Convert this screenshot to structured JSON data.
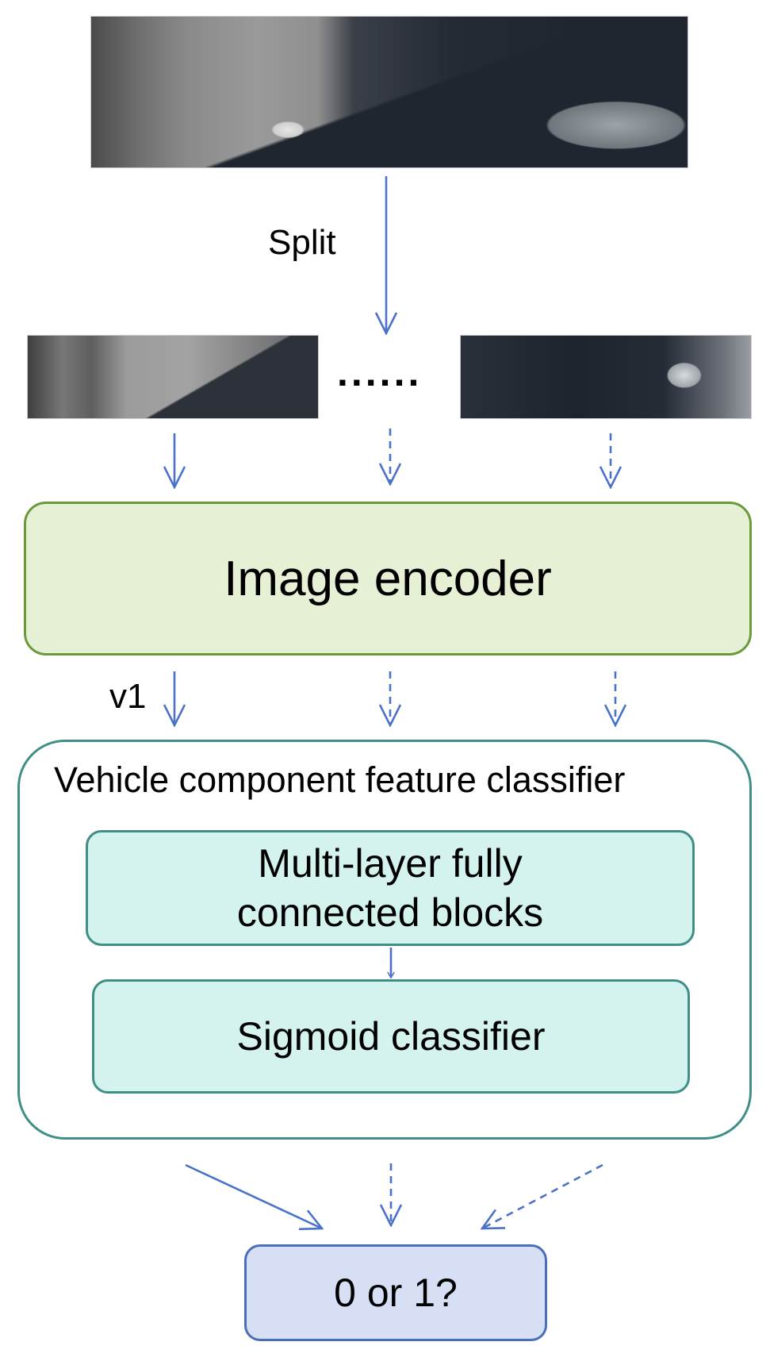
{
  "diagram": {
    "split_label": "Split",
    "ellipsis": "......",
    "encoder_label": "Image encoder",
    "vector_label": "v1",
    "classifier_title": "Vehicle component feature classifier",
    "fc_blocks_line1": "Multi-layer fully",
    "fc_blocks_line2": "connected blocks",
    "sigmoid_label": "Sigmoid classifier",
    "output_label": "0 or 1?"
  },
  "colors": {
    "arrow": "#4a72c8",
    "encoder_fill": "#e5f0d5",
    "encoder_border": "#6b9a3c",
    "classifier_border": "#3f8f87",
    "inner_fill": "#d4f3ee",
    "output_fill": "#d6dff3",
    "output_border": "#4b6fb6"
  },
  "images": {
    "full_vehicle": "vehicle-photo",
    "crop_left": "vehicle-crop-left",
    "crop_right": "vehicle-crop-right"
  }
}
